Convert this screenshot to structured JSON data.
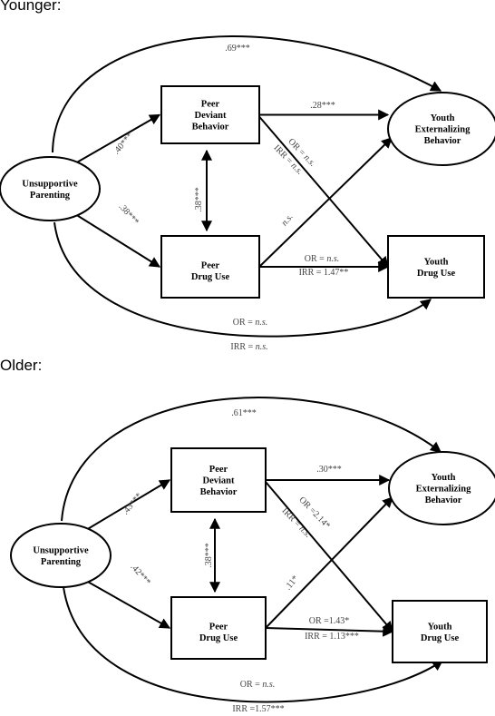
{
  "panels": [
    {
      "heading": "Younger:",
      "nodes": {
        "unsupportive_parenting": [
          "Unsupportive",
          "Parenting"
        ],
        "peer_deviant_behavior": [
          "Peer",
          "Deviant",
          "Behavior"
        ],
        "peer_drug_use": [
          "Peer",
          "Drug Use"
        ],
        "youth_externalizing_behavior": [
          "Youth",
          "Externalizing",
          "Behavior"
        ],
        "youth_drug_use": [
          "Youth",
          "Drug Use"
        ]
      },
      "paths": {
        "parenting_to_externalizing": ".69***",
        "parenting_to_deviant": ".40***",
        "parenting_to_peer_drug": ".38***",
        "deviant_peer_drug_corr": ".38***",
        "deviant_to_externalizing": ".28***",
        "deviant_to_youth_drug_or": {
          "prefix": "OR = ",
          "value": "n.s."
        },
        "deviant_to_youth_drug_irr": {
          "prefix": "IRR = ",
          "value": "n.s."
        },
        "peer_drug_to_externalizing": {
          "prefix": "",
          "value": "n.s."
        },
        "peer_drug_to_youth_drug_or": {
          "prefix": "OR = ",
          "value": "n.s."
        },
        "peer_drug_to_youth_drug_irr": {
          "prefix": "IRR = 1.47**",
          "value": ""
        },
        "parenting_to_youth_drug_or": {
          "prefix": "OR = ",
          "value": "n.s."
        },
        "parenting_to_youth_drug_irr": {
          "prefix": "IRR = ",
          "value": "n.s."
        }
      }
    },
    {
      "heading": "Older:",
      "nodes": {
        "unsupportive_parenting": [
          "Unsupportive",
          "Parenting"
        ],
        "peer_deviant_behavior": [
          "Peer",
          "Deviant",
          "Behavior"
        ],
        "peer_drug_use": [
          "Peer",
          "Drug Use"
        ],
        "youth_externalizing_behavior": [
          "Youth",
          "Externalizing",
          "Behavior"
        ],
        "youth_drug_use": [
          "Youth",
          "Drug Use"
        ]
      },
      "paths": {
        "parenting_to_externalizing": ".61***",
        "parenting_to_deviant": ".43***",
        "parenting_to_peer_drug": ".42***",
        "deviant_peer_drug_corr": ".38***",
        "deviant_to_externalizing": ".30***",
        "deviant_to_youth_drug_or": {
          "prefix": "OR =2.14*",
          "value": ""
        },
        "deviant_to_youth_drug_irr": {
          "prefix": "IRR = ",
          "value": "n.s."
        },
        "peer_drug_to_externalizing": {
          "prefix": ".11*",
          "value": ""
        },
        "peer_drug_to_youth_drug_or": {
          "prefix": "OR =1.43*",
          "value": ""
        },
        "peer_drug_to_youth_drug_irr": {
          "prefix": "IRR = 1.13***",
          "value": ""
        },
        "parenting_to_youth_drug_or": {
          "prefix": "OR = ",
          "value": "n.s."
        },
        "parenting_to_youth_drug_irr": {
          "prefix": "IRR =1.57***",
          "value": ""
        }
      }
    }
  ]
}
